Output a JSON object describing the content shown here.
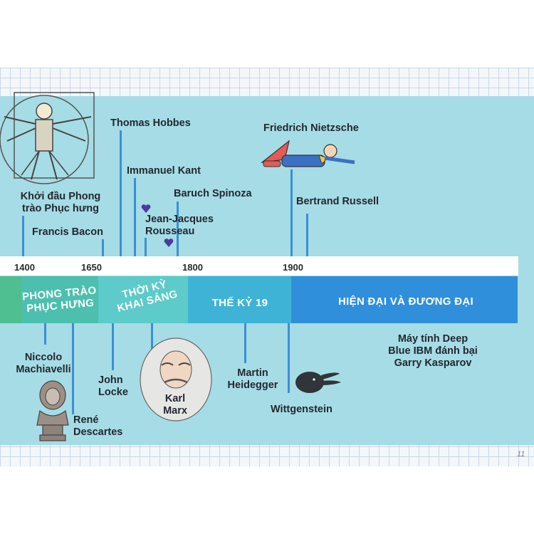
{
  "years": [
    "1400",
    "1650",
    "1800",
    "1900"
  ],
  "eras": [
    {
      "label": "PHONG TRÀO\nPHỤC HƯNG",
      "color": "#4cbfae"
    },
    {
      "label": "THỜI KỲ\nKHAI SÁNG",
      "color": "#5ccbc9"
    },
    {
      "label": "THẾ KỶ 19",
      "color": "#3fb3d6"
    },
    {
      "label": "HIỆN ĐẠI VÀ ĐƯƠNG ĐẠI",
      "color": "#2f8fdb"
    }
  ],
  "above": {
    "renaissance": "Khởi đầu Phong\ntrào Phục hưng",
    "bacon": "Francis Bacon",
    "hobbes": "Thomas Hobbes",
    "kant": "Immanuel Kant",
    "spinoza": "Baruch Spinoza",
    "rousseau": "Jean-Jacques\nRousseau",
    "nietzsche": "Friedrich Nietzsche",
    "russell": "Bertrand Russell"
  },
  "below": {
    "machiavelli": "Niccolo\nMachiavelli",
    "descartes": "René\nDescartes",
    "locke": "John\nLocke",
    "marx": "Karl\nMarx",
    "heidegger": "Martin\nHeidegger",
    "wittgenstein": "Wittgenstein",
    "deepblue": "Máy tính Deep\nBlue IBM đánh bại\nGarry Kasparov"
  },
  "page_number": "11",
  "icons": [
    "vitruvian-man-icon",
    "superman-nietzsche-icon",
    "heart-icon",
    "descartes-bust-icon",
    "marx-portrait-icon",
    "duck-rabbit-icon"
  ]
}
